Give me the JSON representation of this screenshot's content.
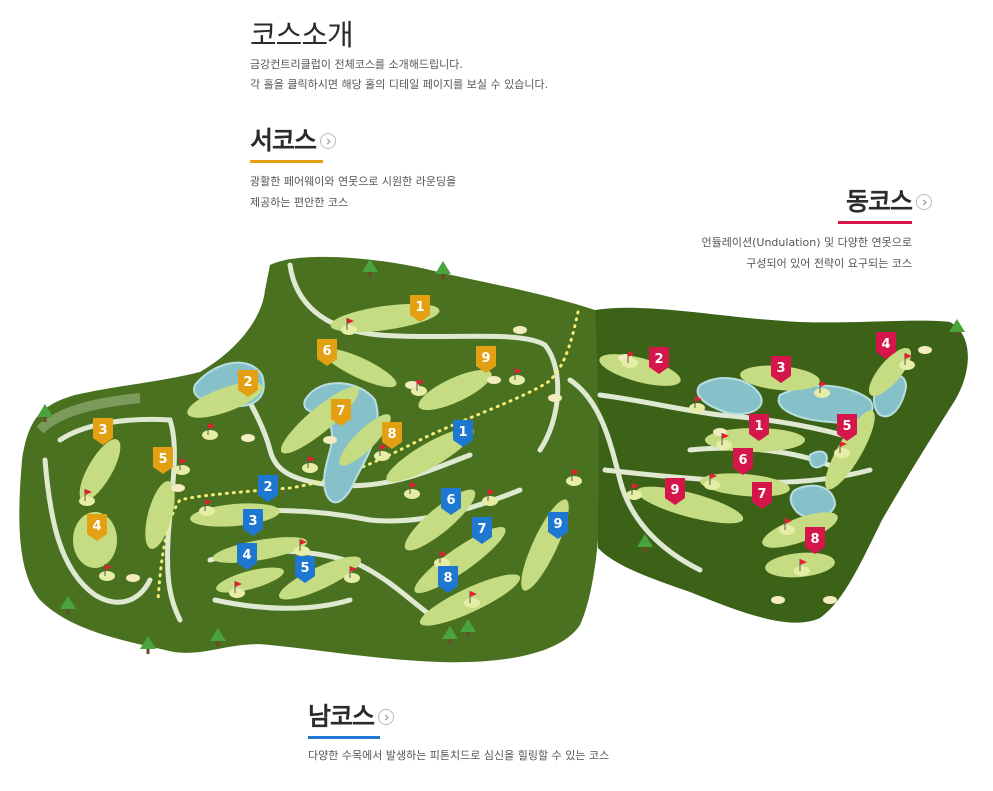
{
  "intro": {
    "title": "코스소개",
    "line1": "금강컨트리클럽이 전체코스를 소개해드립니다.",
    "line2": "각 홀을 클릭하시면 해당 홀의 디테일 페이지를 보실 수 있습니다."
  },
  "courses": {
    "west": {
      "name": "서코스",
      "desc_lines": [
        "광활한 페어웨이와 연못으로 시원한 라운딩을",
        "제공하는 편안한 코스"
      ],
      "color": "#e3a013"
    },
    "east": {
      "name": "동코스",
      "desc_lines": [
        "언듈레이션(Undulation) 및 다양한 연못으로",
        "구성되어 있어 전략이 요구되는 코스"
      ],
      "color": "#d4164b"
    },
    "south": {
      "name": "남코스",
      "desc_lines": [
        "다양한 수목에서 발생하는 피톤치드로 심신을 힐링할 수 있는 코스"
      ],
      "color": "#1e78d2"
    }
  },
  "map": {
    "colors": {
      "land": "#49711f",
      "land_dark": "#3c6218",
      "fairway": "#c5dc82",
      "green": "#e6eea6",
      "path": "#dfe9d2",
      "water": "#86c1c9",
      "bunker": "#f2ecbe"
    },
    "holes": {
      "west": [
        {
          "label": "1"
        },
        {
          "label": "2"
        },
        {
          "label": "3"
        },
        {
          "label": "4"
        },
        {
          "label": "5"
        },
        {
          "label": "6"
        },
        {
          "label": "7"
        },
        {
          "label": "8"
        },
        {
          "label": "9"
        }
      ],
      "south": [
        {
          "label": "1"
        },
        {
          "label": "2"
        },
        {
          "label": "3"
        },
        {
          "label": "4"
        },
        {
          "label": "5"
        },
        {
          "label": "6"
        },
        {
          "label": "7"
        },
        {
          "label": "8"
        },
        {
          "label": "9"
        }
      ],
      "east": [
        {
          "label": "1"
        },
        {
          "label": "2"
        },
        {
          "label": "3"
        },
        {
          "label": "4"
        },
        {
          "label": "5"
        },
        {
          "label": "6"
        },
        {
          "label": "7"
        },
        {
          "label": "8"
        },
        {
          "label": "9"
        }
      ]
    }
  }
}
